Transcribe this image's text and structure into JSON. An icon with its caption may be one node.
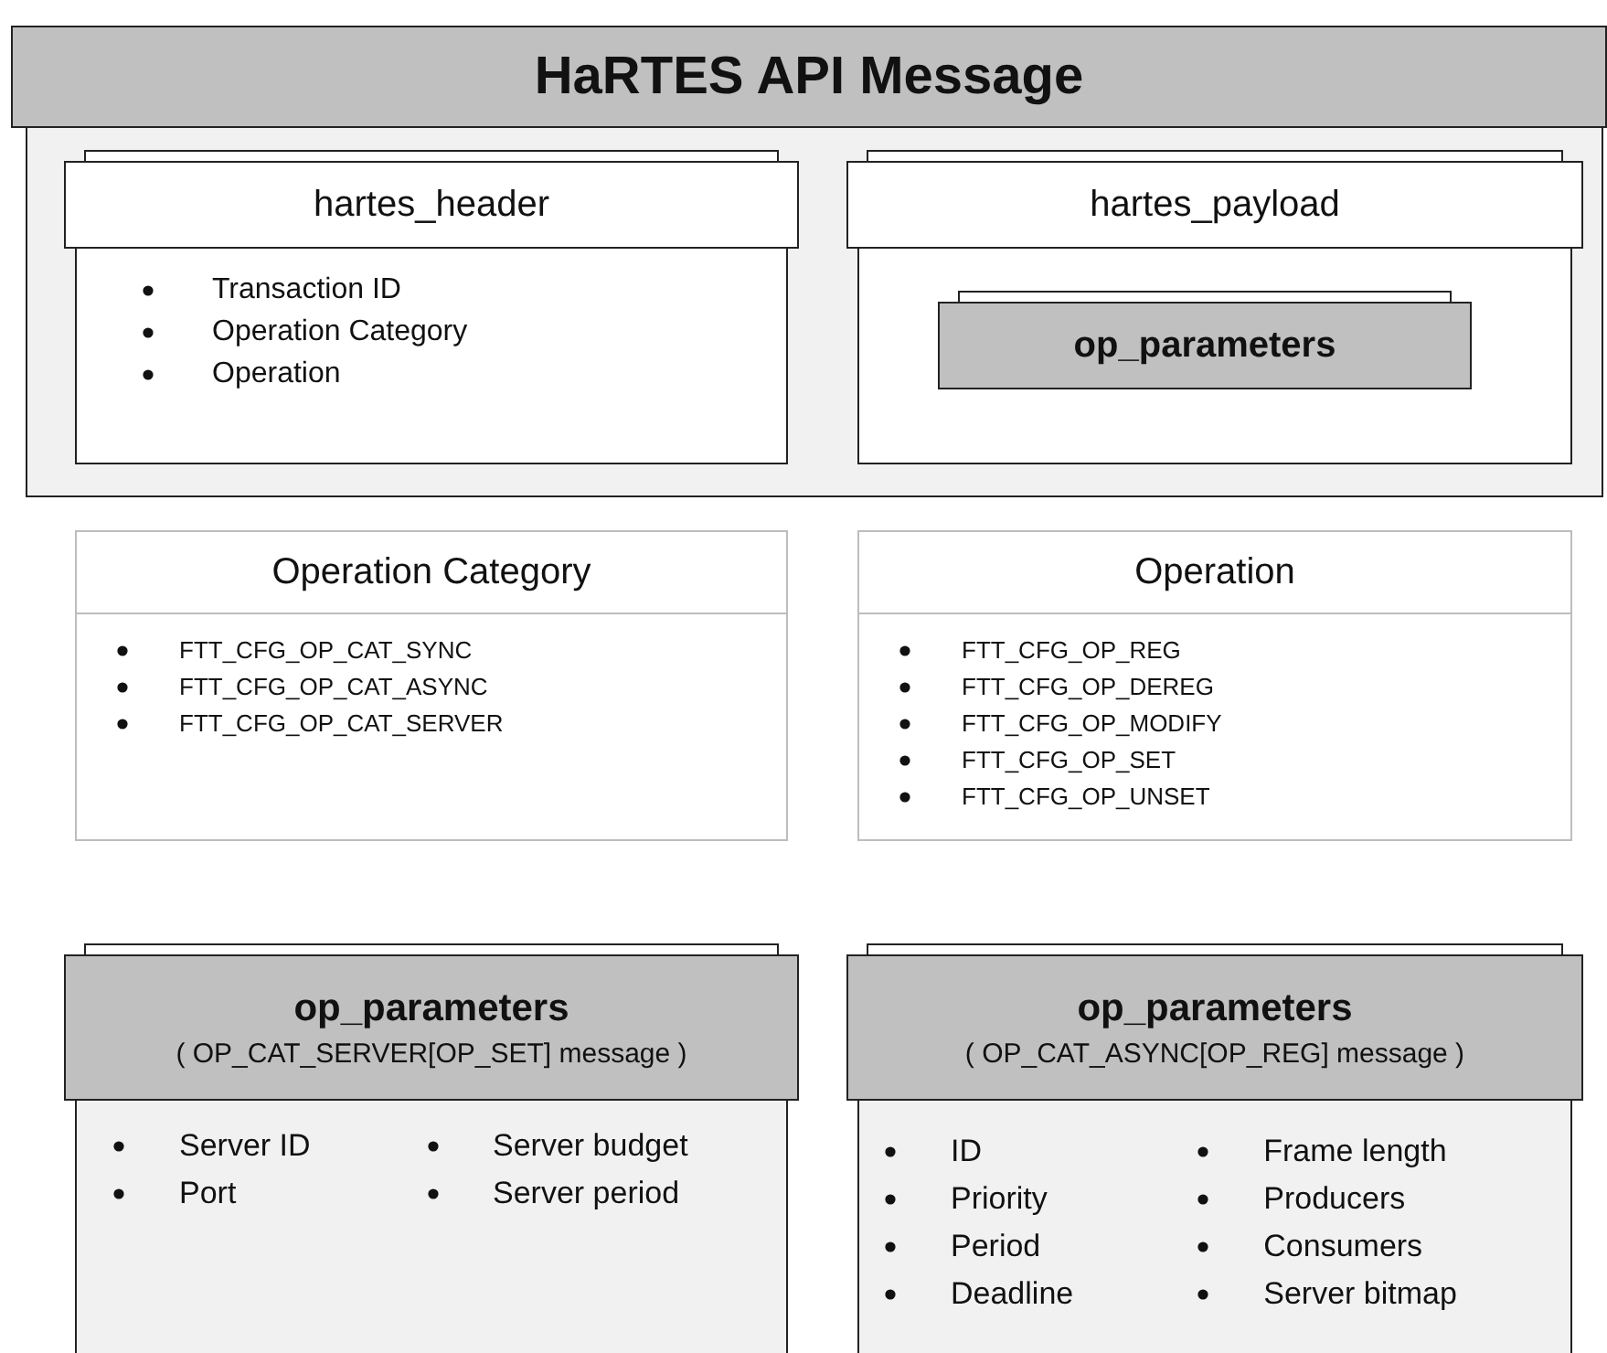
{
  "diagram": {
    "nodes": [
      {
        "text": [
          "HaRTES API Message"
        ]
      },
      {
        "text": [
          "hartes_header",
          "Transaction ID",
          "Operation Category",
          "Operation"
        ],
        "in": 0
      },
      {
        "text": [
          "hartes_payload"
        ],
        "in": 0
      },
      {
        "text": [
          "op_parameters"
        ],
        "in": 2
      },
      {
        "text": [
          "Operation Category",
          "FTT_CFG_OP_CAT_SYNC",
          "FTT_CFG_OP_CAT_ASYNC",
          "FTT_CFG_OP_CAT_SERVER"
        ]
      },
      {
        "text": [
          "Operation",
          "FTT_CFG_OP_REG",
          "FTT_CFG_OP_DEREG",
          "FTT_CFG_OP_MODIFY",
          "FTT_CFG_OP_SET",
          "FTT_CFG_OP_UNSET"
        ]
      },
      {
        "text": [
          "op_parameters",
          "( OP_CAT_SERVER[OP_SET] message )",
          "Server ID",
          "Port",
          "Server budget",
          "Server period"
        ]
      },
      {
        "text": [
          "op_parameters",
          "( OP_CAT_ASYNC[OP_REG] message )",
          "ID",
          "Priority",
          "Period",
          "Deadline",
          "Frame length",
          "Producers",
          "Consumers",
          "Server bitmap"
        ]
      }
    ]
  }
}
